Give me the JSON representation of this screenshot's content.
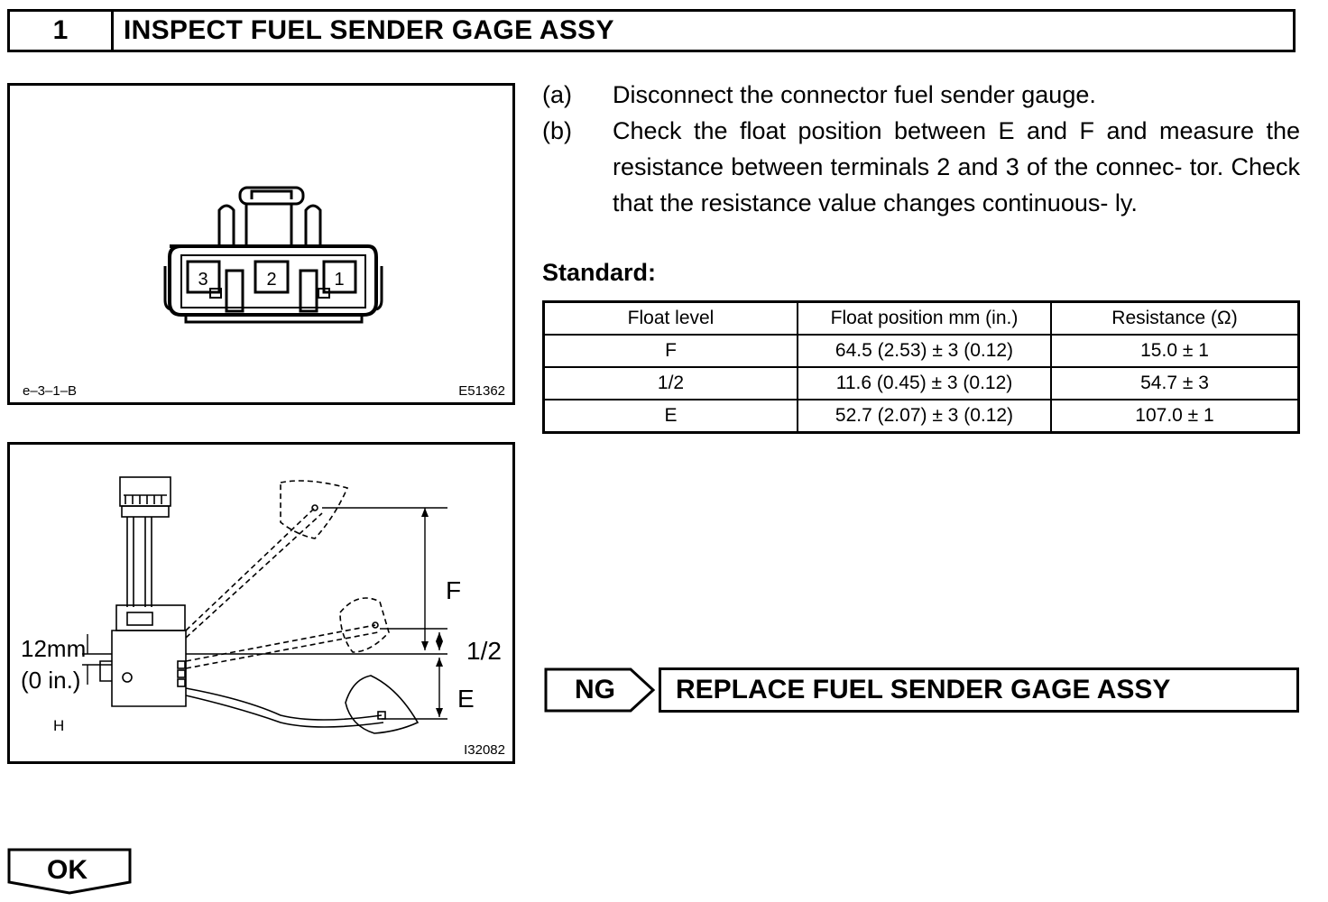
{
  "step": {
    "number": "1",
    "title": "INSPECT FUEL SENDER GAGE ASSY"
  },
  "figure1": {
    "terminals": [
      "3",
      "2",
      "1"
    ],
    "label_left": "e–3–1–B",
    "label_right": "E51362"
  },
  "figure2": {
    "label_F": "F",
    "label_half": "1/2",
    "label_E": "E",
    "label_mm": "12mm",
    "label_in": "(0 in.)",
    "label_H": "H",
    "label_id": "I32082"
  },
  "instructions": [
    {
      "mark": "(a)",
      "text": "Disconnect the connector fuel sender gauge."
    },
    {
      "mark": "(b)",
      "text": "Check the float position between E and F and measure the resistance between terminals 2 and 3 of the connec- tor. Check that the resistance value changes continuous- ly."
    }
  ],
  "standard_label": "Standard:",
  "table": {
    "headers": [
      "Float level",
      "Float position mm (in.)",
      "Resistance (Ω)"
    ],
    "rows": [
      [
        "F",
        "64.5 (2.53) ± 3 (0.12)",
        "15.0 ± 1"
      ],
      [
        "1/2",
        "11.6 (0.45) ± 3 (0.12)",
        "54.7 ± 3"
      ],
      [
        "E",
        "52.7 (2.07) ± 3 (0.12)",
        "107.0 ± 1"
      ]
    ]
  },
  "ng": {
    "tag": "NG",
    "result": "REPLACE FUEL SENDER GAGE ASSY"
  },
  "ok": {
    "tag": "OK"
  }
}
